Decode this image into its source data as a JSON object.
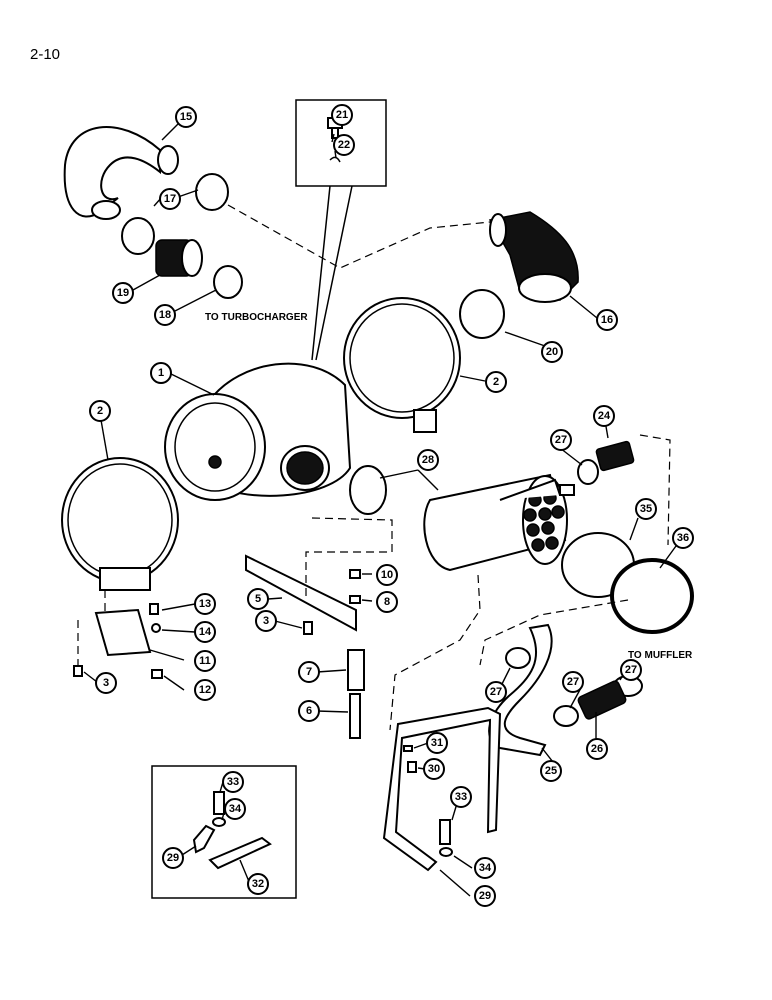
{
  "page": {
    "number": "2-10"
  },
  "labels": {
    "to_turbocharger": "TO TURBOCHARGER",
    "to_muffler": "TO MUFFLER"
  },
  "callouts": [
    {
      "id": "c1",
      "text": "1"
    },
    {
      "id": "c2a",
      "text": "2"
    },
    {
      "id": "c2b",
      "text": "2"
    },
    {
      "id": "c3a",
      "text": "3"
    },
    {
      "id": "c3b",
      "text": "3"
    },
    {
      "id": "c5",
      "text": "5"
    },
    {
      "id": "c6",
      "text": "6"
    },
    {
      "id": "c7",
      "text": "7"
    },
    {
      "id": "c8",
      "text": "8"
    },
    {
      "id": "c10",
      "text": "10"
    },
    {
      "id": "c11",
      "text": "11"
    },
    {
      "id": "c12",
      "text": "12"
    },
    {
      "id": "c13",
      "text": "13"
    },
    {
      "id": "c14",
      "text": "14"
    },
    {
      "id": "c15",
      "text": "15"
    },
    {
      "id": "c16",
      "text": "16"
    },
    {
      "id": "c17",
      "text": "17"
    },
    {
      "id": "c18",
      "text": "18"
    },
    {
      "id": "c19",
      "text": "19"
    },
    {
      "id": "c20",
      "text": "20"
    },
    {
      "id": "c21",
      "text": "21"
    },
    {
      "id": "c22",
      "text": "22"
    },
    {
      "id": "c24",
      "text": "24"
    },
    {
      "id": "c25",
      "text": "25"
    },
    {
      "id": "c26",
      "text": "26"
    },
    {
      "id": "c27a",
      "text": "27"
    },
    {
      "id": "c27b",
      "text": "27"
    },
    {
      "id": "c27c",
      "text": "27"
    },
    {
      "id": "c28",
      "text": "28"
    },
    {
      "id": "c29a",
      "text": "29"
    },
    {
      "id": "c29b",
      "text": "29"
    },
    {
      "id": "c30",
      "text": "30"
    },
    {
      "id": "c31",
      "text": "31"
    },
    {
      "id": "c32",
      "text": "32"
    },
    {
      "id": "c33a",
      "text": "33"
    },
    {
      "id": "c33b",
      "text": "33"
    },
    {
      "id": "c34a",
      "text": "34"
    },
    {
      "id": "c34b",
      "text": "34"
    },
    {
      "id": "c35",
      "text": "35"
    },
    {
      "id": "c36",
      "text": "36"
    }
  ]
}
